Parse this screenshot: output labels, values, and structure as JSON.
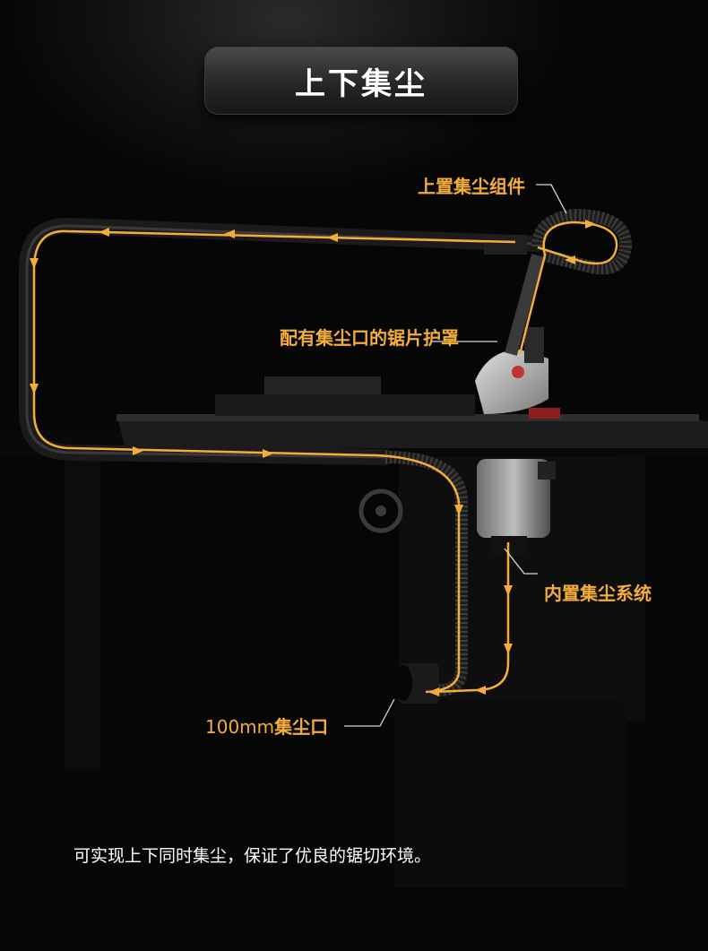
{
  "title": "上下集尘",
  "labels": {
    "top_assembly": "上置集尘组件",
    "guard": "配有集尘口的锯片护罩",
    "inner_system": "内置集尘系统",
    "port_size": "100mm",
    "port_name": "集尘口"
  },
  "caption": "可实现上下同时集尘，保证了优良的锯切环境。",
  "colors": {
    "accent": "#f4ad3b",
    "background": "#060606",
    "text": "#ffffff"
  },
  "icons": [
    "arrow-icon"
  ]
}
